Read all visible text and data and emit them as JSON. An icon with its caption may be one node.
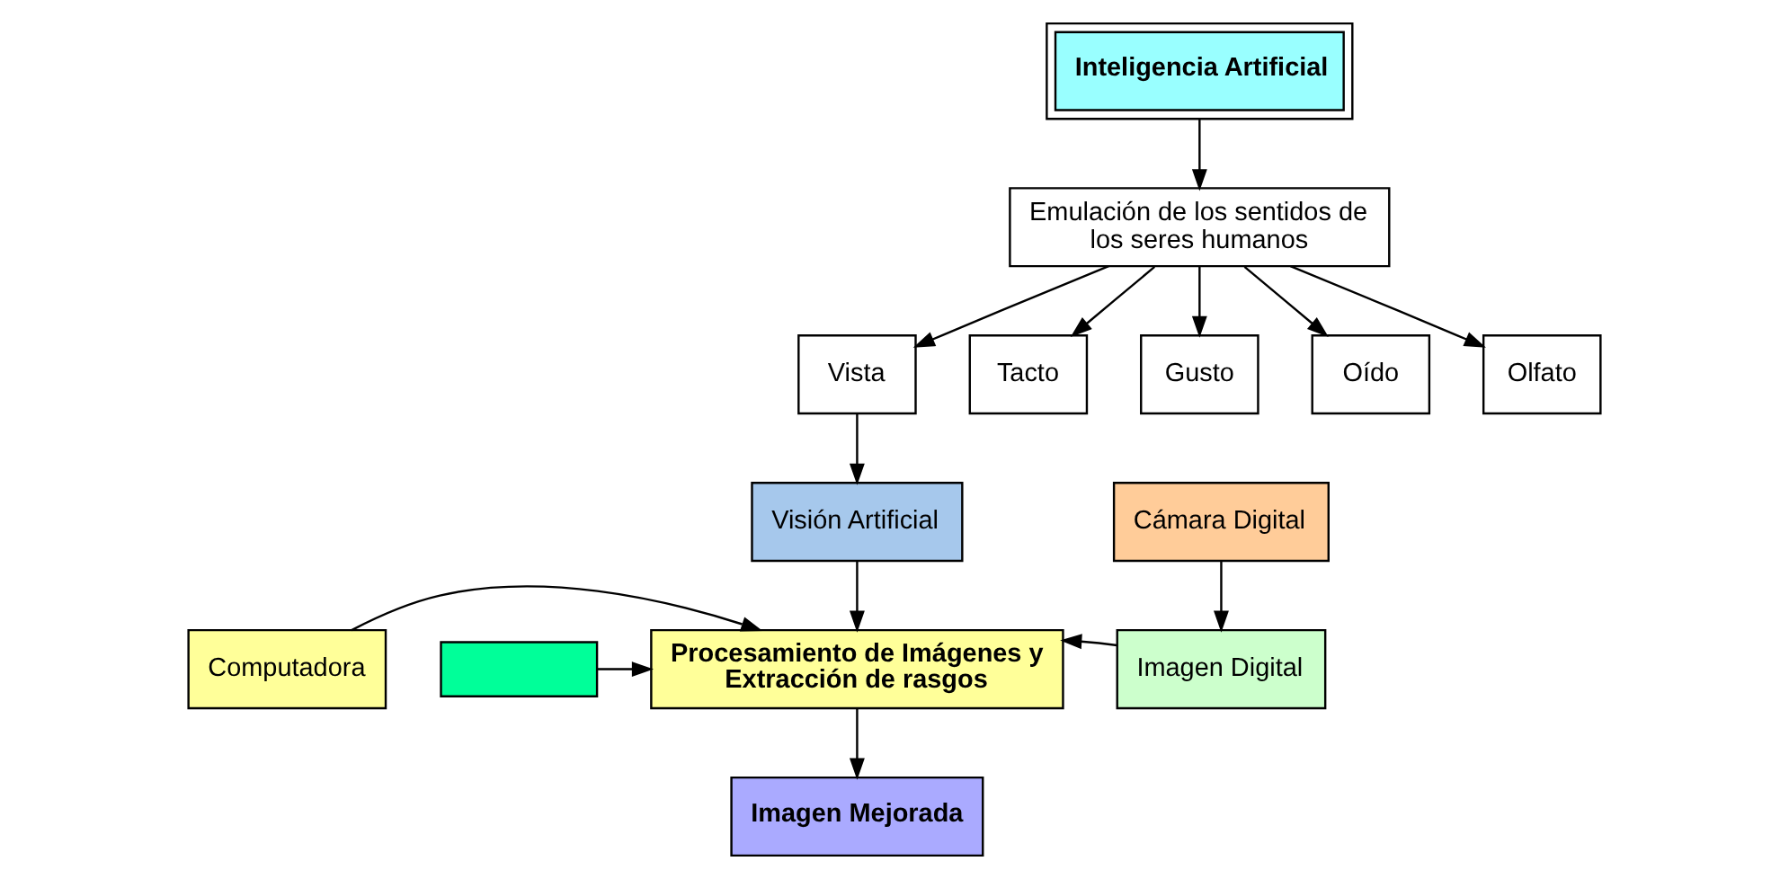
{
  "diagram": {
    "nodes": [
      {
        "text": [
          "Inteligencia Artificial"
        ]
      },
      {
        "text": [
          "Emulación de los sentidos de los seres humanos"
        ]
      },
      {
        "text": [
          "Vista"
        ]
      },
      {
        "text": [
          "Tacto"
        ]
      },
      {
        "text": [
          "Gusto"
        ]
      },
      {
        "text": [
          "Oído"
        ]
      },
      {
        "text": [
          "Olfato"
        ]
      },
      {
        "text": [
          "Visión Artificial"
        ]
      },
      {
        "text": [],
        "shape": "box"
      },
      {
        "text": [
          "Computadora"
        ]
      },
      {
        "text": [
          "Procesamiento de Imágenes y Extracción de rasgos"
        ]
      },
      {
        "text": [
          "Cámara Digital"
        ]
      },
      {
        "text": [
          "Imagen Digital"
        ]
      },
      {
        "text": [
          "Imagen Mejorada"
        ]
      }
    ],
    "edges": [
      {
        "from": 0,
        "to": 1,
        "arrow": "to"
      },
      {
        "from": 1,
        "to": 2,
        "arrow": "to"
      },
      {
        "from": 1,
        "to": 3,
        "arrow": "to"
      },
      {
        "from": 1,
        "to": 4,
        "arrow": "to"
      },
      {
        "from": 1,
        "to": 5,
        "arrow": "to"
      },
      {
        "from": 1,
        "to": 6,
        "arrow": "to"
      },
      {
        "from": 2,
        "to": 7,
        "arrow": "to"
      },
      {
        "from": 7,
        "to": 10,
        "arrow": "to"
      },
      {
        "from": 8,
        "to": 10,
        "arrow": "to"
      },
      {
        "from": 9,
        "to": 10,
        "arrow": "to"
      },
      {
        "from": 11,
        "to": 12,
        "arrow": "to"
      },
      {
        "from": 12,
        "to": 10,
        "arrow": "to"
      },
      {
        "from": 10,
        "to": 13,
        "arrow": "to"
      }
    ]
  }
}
